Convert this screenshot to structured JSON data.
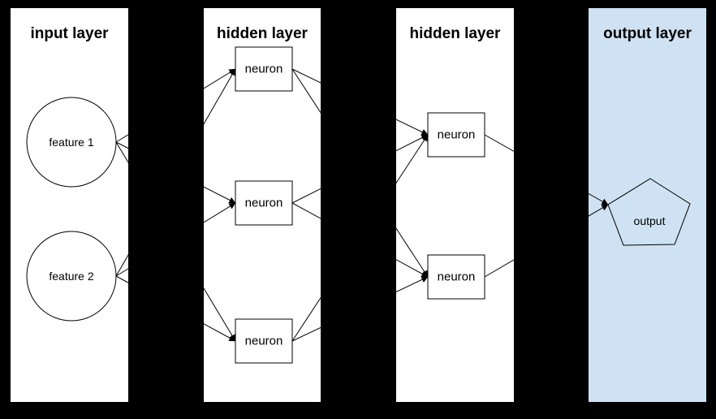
{
  "diagram": {
    "type": "feedforward neural network",
    "background_color": "#000000",
    "line_color": "#000000",
    "node_stroke_color": "#000000",
    "node_fill_color": "#ffffff",
    "accent_fill_color": "#cfe2f3"
  },
  "panels": [
    {
      "title": "input layer",
      "fill": "#ffffff"
    },
    {
      "title": "hidden layer",
      "fill": "#ffffff"
    },
    {
      "title": "hidden layer",
      "fill": "#ffffff"
    },
    {
      "title": "output layer",
      "fill": "#cfe2f3"
    }
  ],
  "nodes": {
    "feature1": {
      "label": "feature 1",
      "shape": "circle",
      "layer": "input"
    },
    "feature2": {
      "label": "feature 2",
      "shape": "circle",
      "layer": "input"
    },
    "h1n1": {
      "label": "neuron",
      "shape": "rectangle",
      "layer": "hidden-1"
    },
    "h1n2": {
      "label": "neuron",
      "shape": "rectangle",
      "layer": "hidden-1"
    },
    "h1n3": {
      "label": "neuron",
      "shape": "rectangle",
      "layer": "hidden-1"
    },
    "h2n1": {
      "label": "neuron",
      "shape": "rectangle",
      "layer": "hidden-2"
    },
    "h2n2": {
      "label": "neuron",
      "shape": "rectangle",
      "layer": "hidden-2"
    },
    "output": {
      "label": "output",
      "shape": "pentagon",
      "layer": "output"
    }
  },
  "connections": [
    {
      "from": "feature1",
      "to": "h1n1"
    },
    {
      "from": "feature1",
      "to": "h1n2"
    },
    {
      "from": "feature1",
      "to": "h1n3"
    },
    {
      "from": "feature2",
      "to": "h1n1"
    },
    {
      "from": "feature2",
      "to": "h1n2"
    },
    {
      "from": "feature2",
      "to": "h1n3"
    },
    {
      "from": "h1n1",
      "to": "h2n1"
    },
    {
      "from": "h1n1",
      "to": "h2n2"
    },
    {
      "from": "h1n2",
      "to": "h2n1"
    },
    {
      "from": "h1n2",
      "to": "h2n2"
    },
    {
      "from": "h1n3",
      "to": "h2n1"
    },
    {
      "from": "h1n3",
      "to": "h2n2"
    },
    {
      "from": "h2n1",
      "to": "output"
    },
    {
      "from": "h2n2",
      "to": "output"
    }
  ]
}
